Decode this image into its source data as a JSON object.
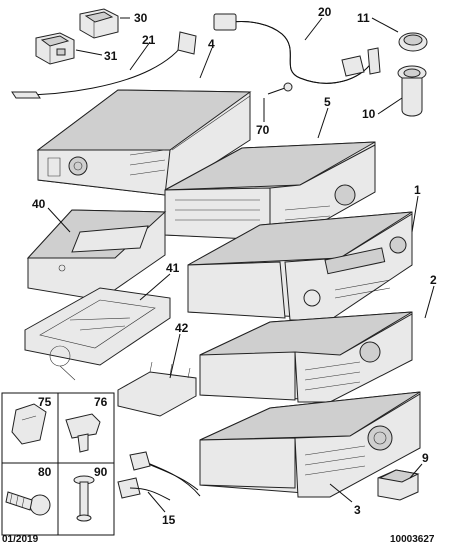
{
  "callouts": {
    "c30": "30",
    "c31": "31",
    "c21": "21",
    "c4": "4",
    "c20": "20",
    "c11": "11",
    "c10": "10",
    "c70": "70",
    "c5": "5",
    "c1": "1",
    "c40": "40",
    "c41": "41",
    "c2": "2",
    "c42": "42",
    "c75": "75",
    "c76": "76",
    "c80": "80",
    "c90": "90",
    "c9": "9",
    "c15": "15",
    "c3": "3"
  },
  "footer": {
    "date": "01/2019",
    "ref": "10003627"
  }
}
